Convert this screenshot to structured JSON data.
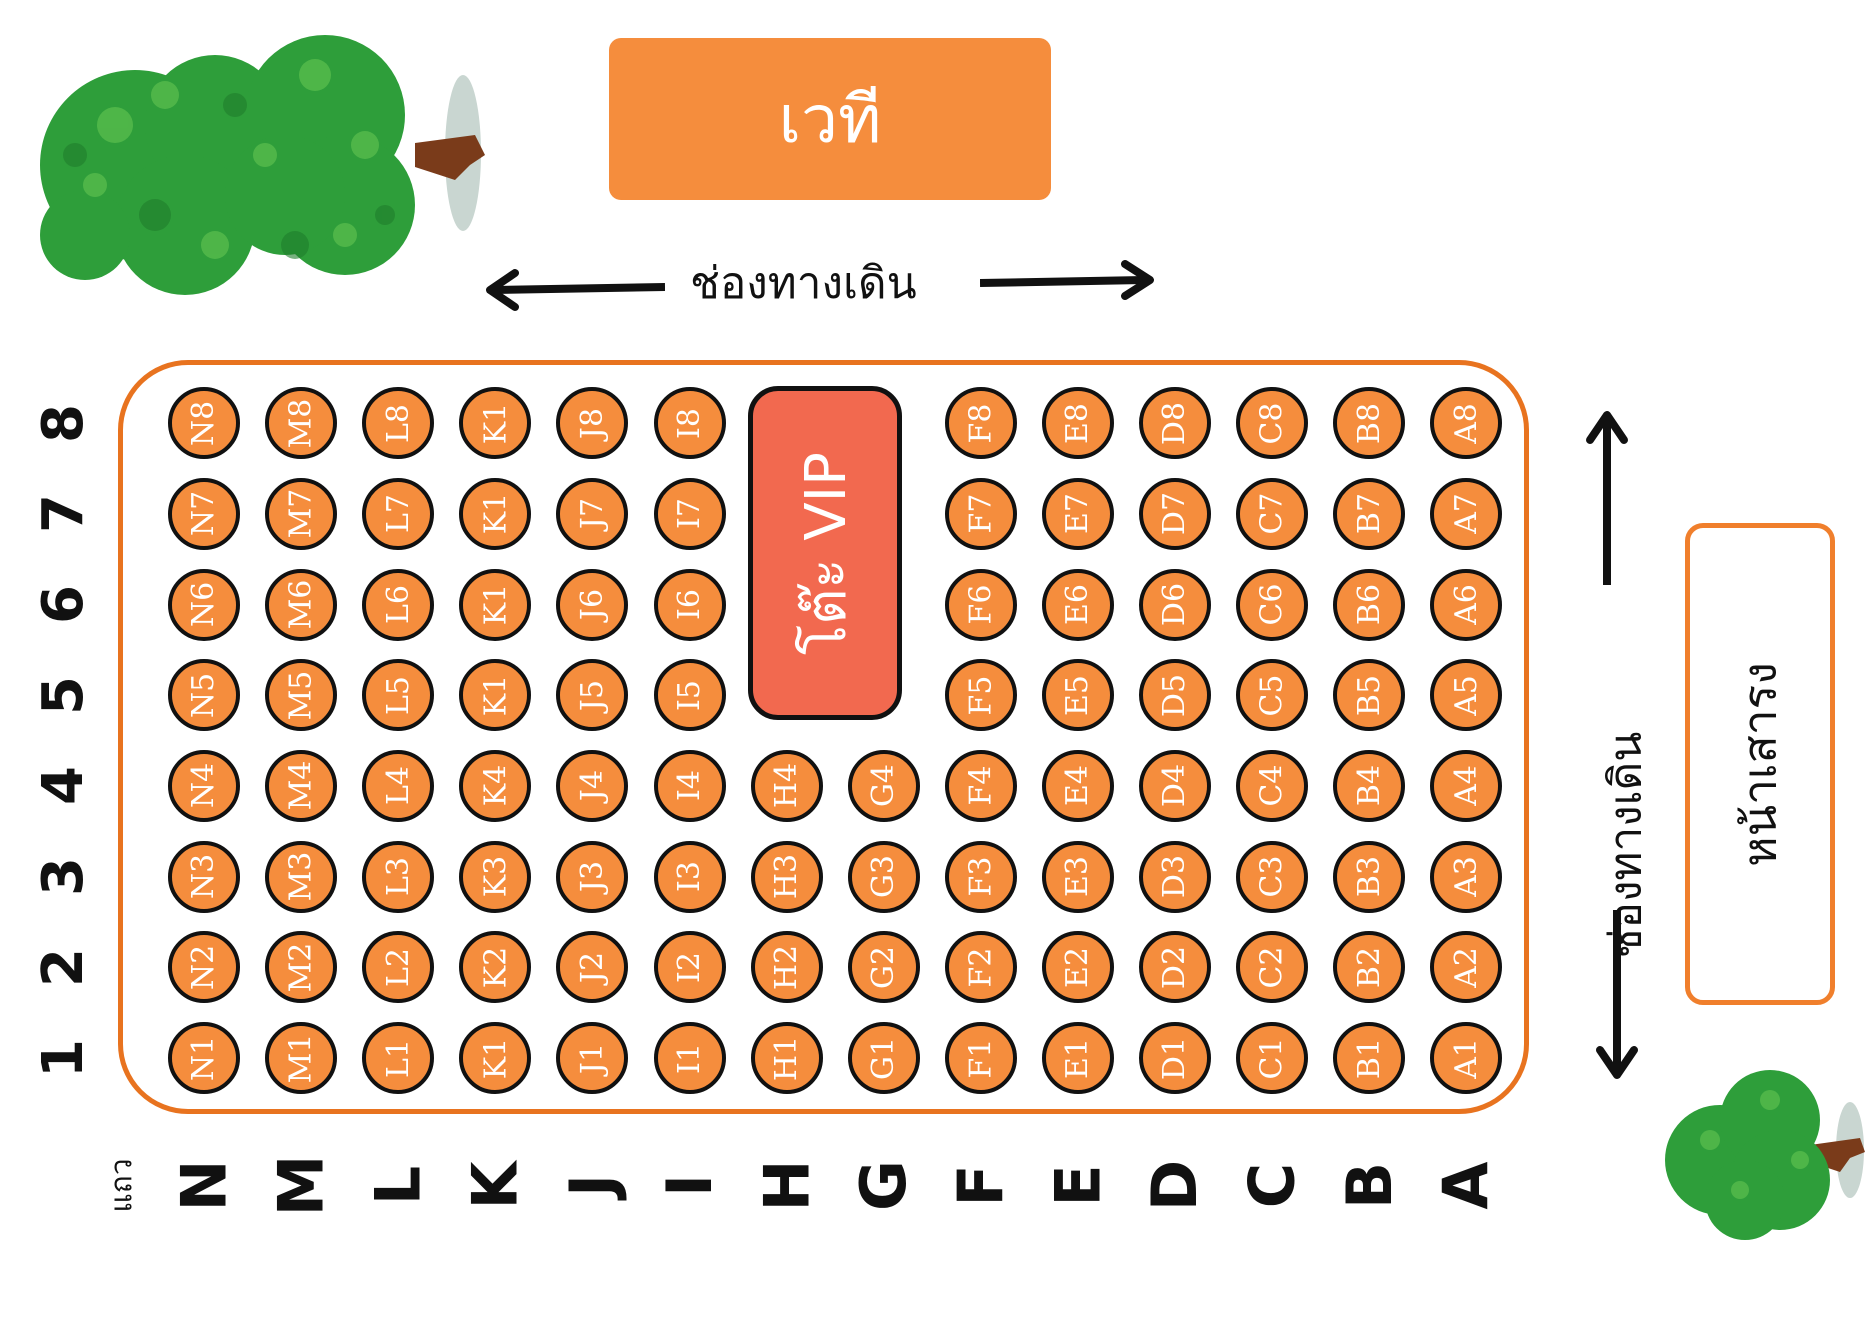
{
  "stage_label": "เวที",
  "walkway_top": "ช่องทางเดิน",
  "walkway_right": "ช่องทางเดิน",
  "front_label": "หน้าเสารง",
  "vip_label": "โต๊ะ VIP",
  "row_word": "แถว",
  "row_numbers": [
    "1",
    "2",
    "3",
    "4",
    "5",
    "6",
    "7",
    "8"
  ],
  "columns": [
    "N",
    "M",
    "L",
    "K",
    "J",
    "I",
    "H",
    "G",
    "F",
    "E",
    "D",
    "C",
    "B",
    "A"
  ],
  "seats": {
    "N": [
      "N1",
      "N2",
      "N3",
      "N4",
      "N5",
      "N6",
      "N7",
      "N8"
    ],
    "M": [
      "M1",
      "M2",
      "M3",
      "M4",
      "M5",
      "M6",
      "M7",
      "M8"
    ],
    "L": [
      "L1",
      "L2",
      "L3",
      "L4",
      "L5",
      "L6",
      "L7",
      "L8"
    ],
    "K": [
      "K1",
      "K2",
      "K3",
      "K4",
      "K1",
      "K1",
      "K1",
      "K1"
    ],
    "J": [
      "J1",
      "J2",
      "J3",
      "J4",
      "J5",
      "J6",
      "J7",
      "J8"
    ],
    "I": [
      "I1",
      "I2",
      "I3",
      "I4",
      "I5",
      "I6",
      "I7",
      "I8"
    ],
    "H": [
      "H1",
      "H2",
      "H3",
      "H4"
    ],
    "G": [
      "G1",
      "G2",
      "G3",
      "G4"
    ],
    "F": [
      "F1",
      "F2",
      "F3",
      "F4",
      "F5",
      "F6",
      "F7",
      "F8"
    ],
    "E": [
      "E1",
      "E2",
      "E3",
      "E4",
      "E5",
      "E6",
      "E7",
      "E8"
    ],
    "D": [
      "D1",
      "D2",
      "D3",
      "D4",
      "D5",
      "D6",
      "D7",
      "D8"
    ],
    "C": [
      "C1",
      "C2",
      "C3",
      "C4",
      "C5",
      "C6",
      "C7",
      "C8"
    ],
    "B": [
      "B1",
      "B2",
      "B3",
      "B4",
      "B5",
      "B6",
      "B7",
      "B8"
    ],
    "A": [
      "A1",
      "A2",
      "A3",
      "A4",
      "A5",
      "A6",
      "A7",
      "A8"
    ]
  },
  "colors": {
    "seat": "#f58d3d",
    "vip": "#f2694f",
    "border": "#e8731f",
    "tree_green": "#2e9e3a",
    "trunk": "#7a3b1a"
  },
  "icons": [
    "tree-icon",
    "arrow-left-icon",
    "arrow-right-icon",
    "arrow-up-icon",
    "arrow-down-icon"
  ]
}
